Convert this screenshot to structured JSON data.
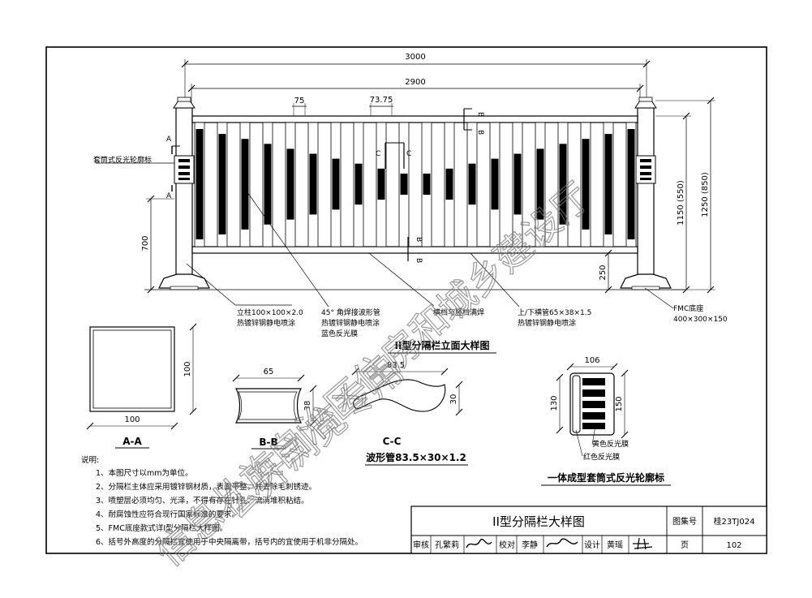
{
  "elevation": {
    "dims": {
      "total_width": "3000",
      "inner_width": "2900",
      "bar_width": "75",
      "bar_pitch": "73.75",
      "height_left": "700",
      "bottom_gap": "250",
      "height_1": "1150 (550)",
      "height_2": "1250 (850)"
    },
    "section_marks": {
      "a": "A",
      "b": "B",
      "c": "C"
    },
    "title": "II型分隔栏立面大样图",
    "callouts": {
      "reflector": "套筒式反光轮廓标",
      "post_1": "立柱100×100×2.0",
      "post_2": "热镀锌钢静电喷涂",
      "wave_1": "45° 角焊接波形管",
      "wave_2": "热镀锌钢静电喷涂",
      "wave_3": "蓝色反光膜",
      "weld": "横档与竖档满焊",
      "rail_1": "上/下横管65×38×1.5",
      "rail_2": "热镀锌钢静电喷涂",
      "base_1": "FMC底座",
      "base_2": "400×300×150"
    }
  },
  "sections": {
    "aa": {
      "title": "A-A",
      "w": "100",
      "h": "100"
    },
    "bb": {
      "title": "B-B",
      "w": "65",
      "h": "38"
    },
    "cc": {
      "title": "C-C",
      "w": "83.5",
      "h": "30",
      "subtitle": "波形管83.5×30×1.2"
    }
  },
  "reflector_detail": {
    "w": "106",
    "h1": "130",
    "h2": "150",
    "yellow": "黄色反光膜",
    "red": "红色反光膜",
    "title": "一体成型套筒式反光轮廓标"
  },
  "notes": {
    "heading": "说明:",
    "items": [
      "1、本图尺寸以mm为单位。",
      "2、分隔栏主体应采用镀锌钢材质，表面平整，并去除毛刺锈迹。",
      "3、喷塑层必须均匀、光泽，不得有存在针孔、流淌堆积粘结。",
      "4、耐腐蚀性应符合现行国家标准的要求。",
      "5、FMC底座款式详I型分隔栏大样图。",
      "6、括号外高度的分隔栏宜使用于中央隔离带，括号内的宜使用于机非分隔处。"
    ]
  },
  "title_block": {
    "drawing_title": "II型分隔栏大样图",
    "atlas_label": "图集号",
    "atlas_no": "桂23TJ024",
    "review_label": "审核",
    "review_name": "孔繁莉",
    "check_label": "校对",
    "check_name": "李静",
    "design_label": "设计",
    "design_name": "黄瑶",
    "page_label": "页",
    "page_no": "102"
  },
  "watermark": {
    "line1": "信息壮族自治区住房和城乡建设厅",
    "line2": "公开浏览专用"
  }
}
